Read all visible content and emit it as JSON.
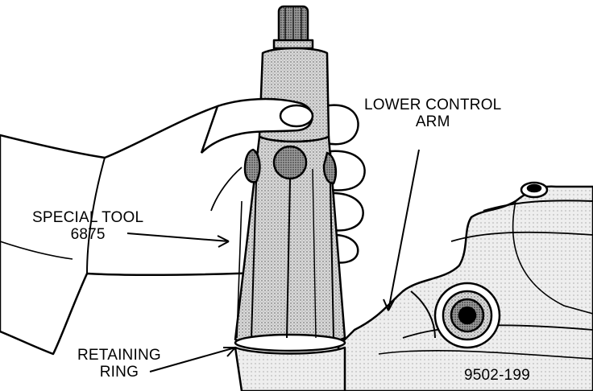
{
  "labels": {
    "lower_control_arm": [
      "LOWER CONTROL",
      "ARM"
    ],
    "special_tool": [
      "SPECIAL TOOL",
      "6875"
    ],
    "retaining_ring": [
      "RETAINING",
      "RING"
    ],
    "figure_number": "9502-199"
  }
}
